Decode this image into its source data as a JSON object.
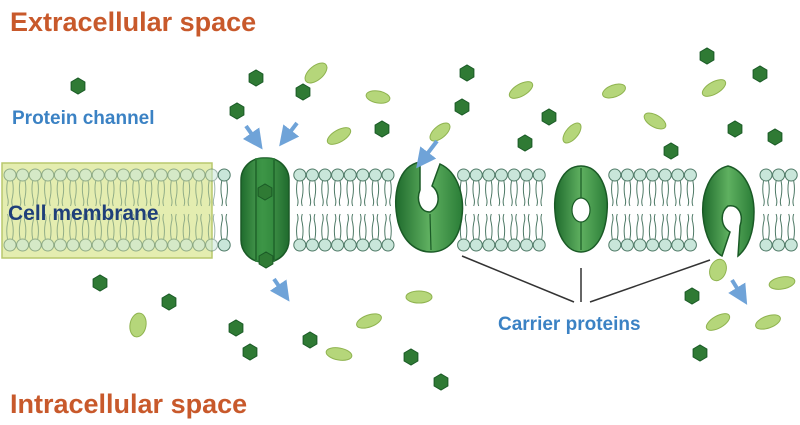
{
  "labels": {
    "extracellular": "Extracellular space",
    "intracellular": "Intracellular space",
    "protein_channel": "Protein channel",
    "cell_membrane": "Cell membrane",
    "carrier_proteins": "Carrier proteins"
  },
  "colors": {
    "region_text": "#c8592b",
    "callout_text": "#3b82c4",
    "membrane_text": "#1f3f7a",
    "lipid_head_fill": "#c9e6da",
    "lipid_stroke": "#4f7a67",
    "membrane_box_fill": "#e4edb0",
    "membrane_box_stroke": "#b9c86d",
    "protein_dark": "#1f6b2d",
    "protein_mid": "#2f8a3d",
    "protein_light": "#5fb060",
    "hexagon_fill": "#2f7a34",
    "oval_fill": "#b5d67a",
    "oval_stroke": "#8fb34f",
    "arrow": "#6fa3d8",
    "bracket_line": "#333333"
  },
  "icons": {
    "molecule_a": "hexagon-molecule-icon",
    "molecule_b": "oval-molecule-icon",
    "transport": "arrow-icon"
  }
}
